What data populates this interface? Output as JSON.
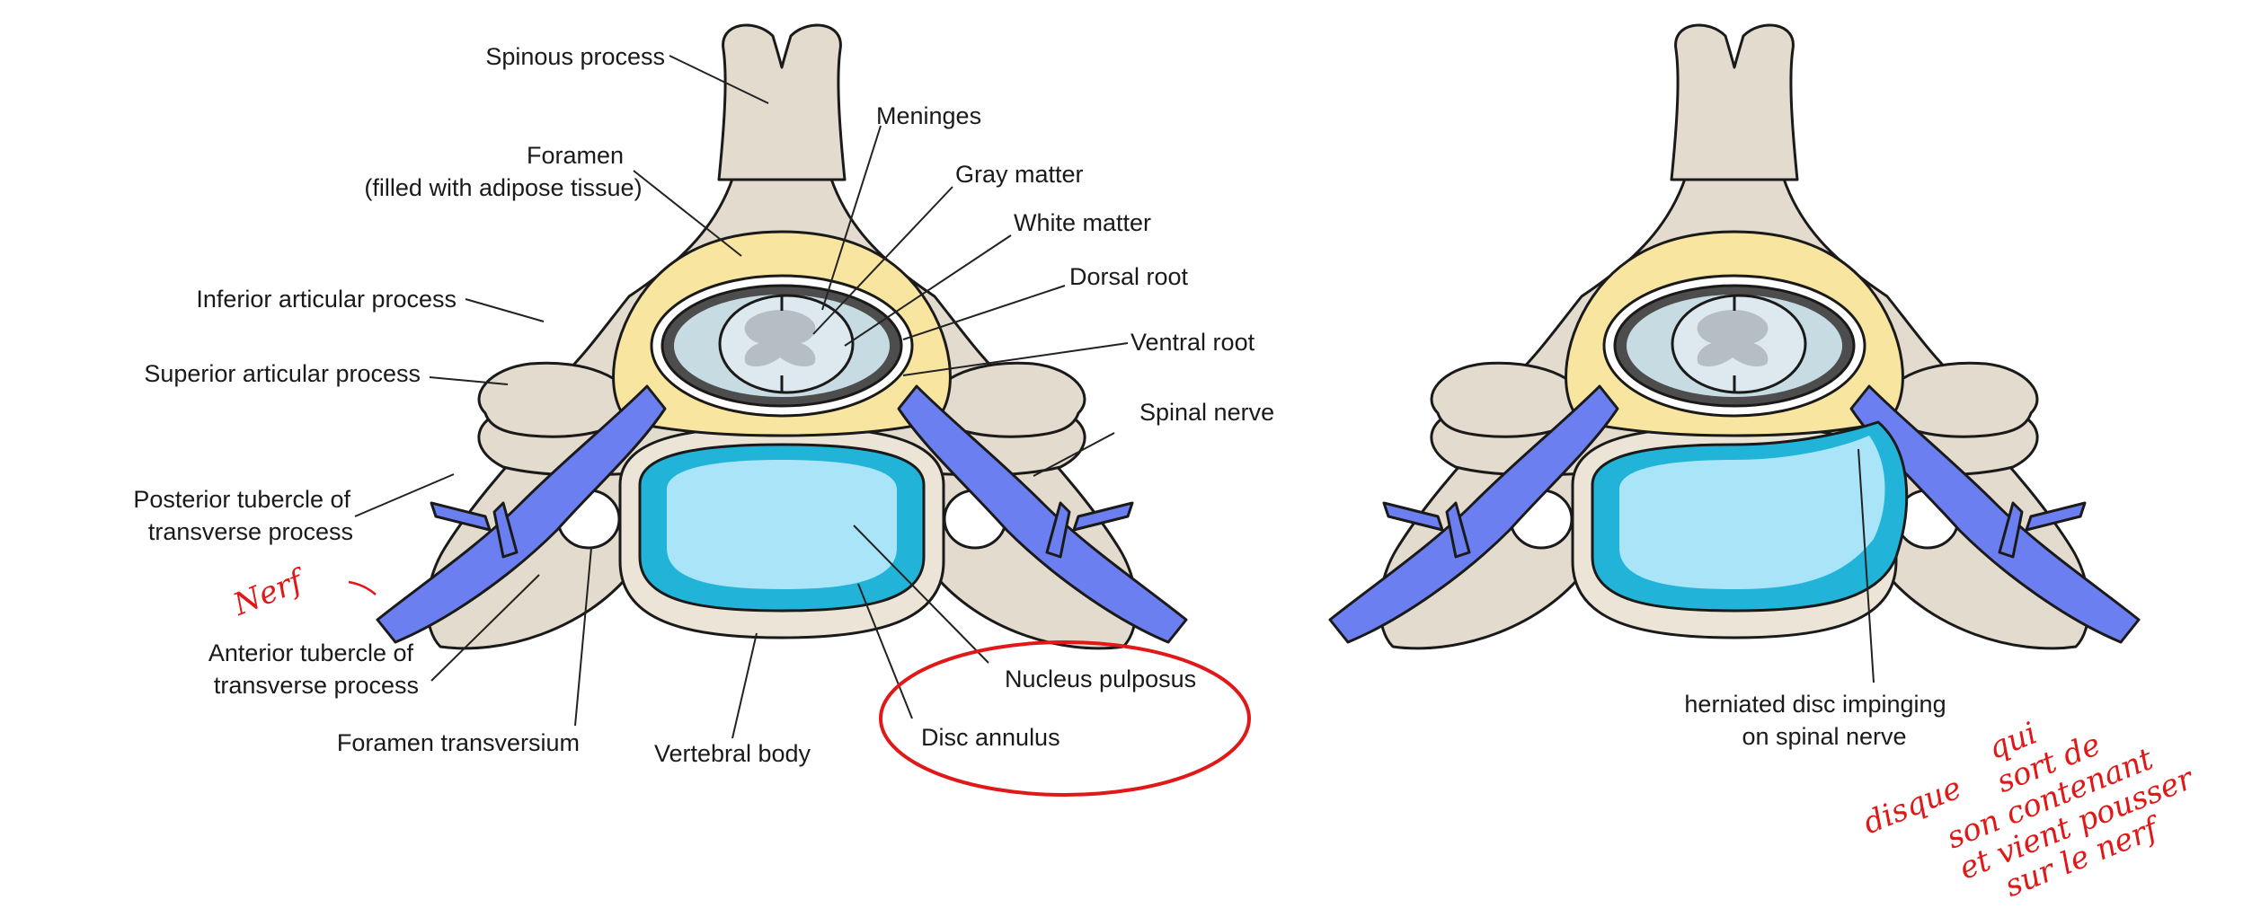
{
  "left_labels": {
    "spinous_process": "Spinous process",
    "foramen_line1": "Foramen",
    "foramen_line2": "(filled with adipose tissue)",
    "meninges": "Meninges",
    "gray_matter": "Gray matter",
    "white_matter": "White matter",
    "dorsal_root": "Dorsal root",
    "ventral_root": "Ventral root",
    "spinal_nerve": "Spinal nerve",
    "inferior_articular_process": "Inferior articular process",
    "superior_articular_process": "Superior articular process",
    "posterior_tubercle_line1": "Posterior tubercle of",
    "posterior_tubercle_line2": "transverse process",
    "anterior_tubercle_line1": "Anterior tubercle of",
    "anterior_tubercle_line2": "transverse process",
    "foramen_transversium": "Foramen transversium",
    "vertebral_body": "Vertebral body",
    "nucleus_pulposus": "Nucleus pulposus",
    "disc_annulus": "Disc annulus"
  },
  "right_labels": {
    "herniated_line1": "herniated disc impinging",
    "herniated_line2": "on spinal nerve"
  },
  "annotations": {
    "nerf": "Nerf",
    "note_line1": "disque",
    "note_line2": "qui",
    "note_line3": "sort  de",
    "note_line4": "son contenant",
    "note_line5": "et vient pousser",
    "note_line6": "sur le nerf"
  },
  "colors": {
    "bone": "#e3dbcd",
    "adipose": "#f8e6a0",
    "nerve": "#6b7ff0",
    "disc_outer": "#22b4d8",
    "disc_inner": "#a9e4f8",
    "cord": "#dde9ee",
    "gray_matter": "#b4bec4",
    "meninges": "#4d4d4d",
    "annotation_red": "#e01818"
  }
}
